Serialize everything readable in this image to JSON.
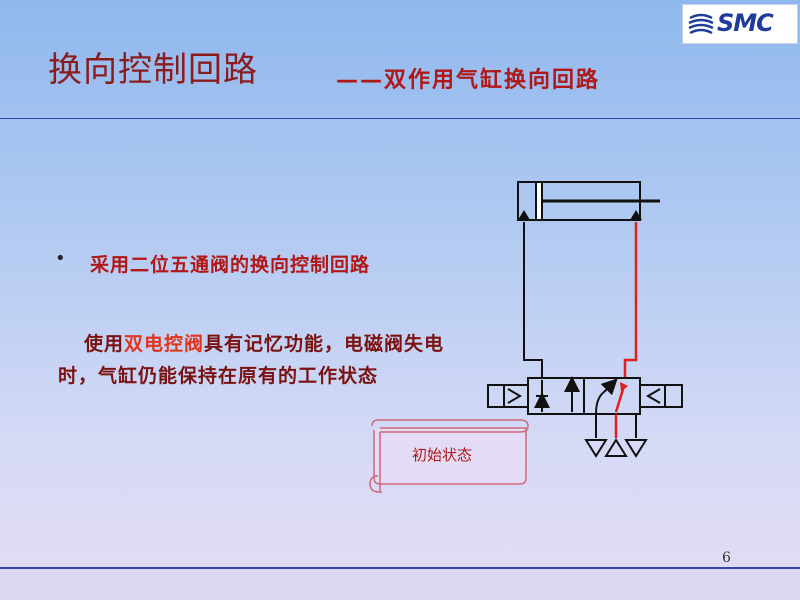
{
  "header": {
    "title": "换向控制回路",
    "subtitle": "——双作用气缸换向回路",
    "logo_text": "SMC"
  },
  "content": {
    "bullet_symbol": "•",
    "bullet_text": "采用二位五通阀的换向控制回路",
    "paragraph_pre": "使用",
    "paragraph_highlight": "双电控阀",
    "paragraph_post": "具有记忆功能，电磁阀失电时，气缸仍能保持在原有的工作状态"
  },
  "diagram": {
    "state_label": "初始状态"
  },
  "footer": {
    "page_number": "6"
  },
  "colors": {
    "title": "#8b1c1c",
    "accent": "#b01717",
    "highlight": "#e0351c",
    "rule": "#3a3fae",
    "pressure_line": "#e02020"
  }
}
